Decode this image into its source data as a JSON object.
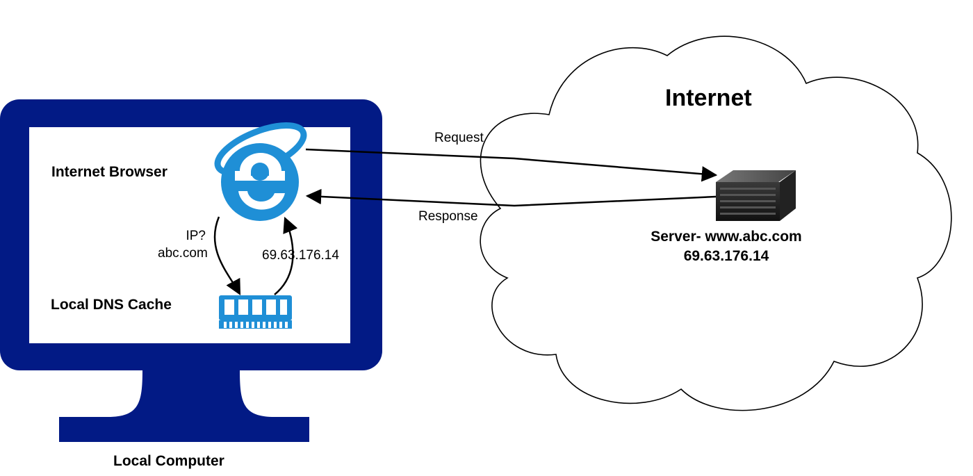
{
  "diagram": {
    "cloud_label": "Internet",
    "computer_label": "Local Computer",
    "browser_label": "Internet Browser",
    "dns_cache_label": "Local DNS Cache",
    "query_label_line1": "IP?",
    "query_label_line2": "abc.com",
    "cache_answer_label": "69.63.176.14",
    "request_label": "Request",
    "response_label": "Response",
    "server_name": "Server- www.abc.com",
    "server_ip": "69.63.176.14"
  },
  "colors": {
    "monitor": "#021a85",
    "browser_icon": "#1f8fd6",
    "ram_icon": "#1f8fd6",
    "line": "#000000"
  },
  "icons": {
    "browser": "internet-explorer-icon",
    "dns_cache": "memory-module-icon",
    "server": "server-rack-icon"
  }
}
